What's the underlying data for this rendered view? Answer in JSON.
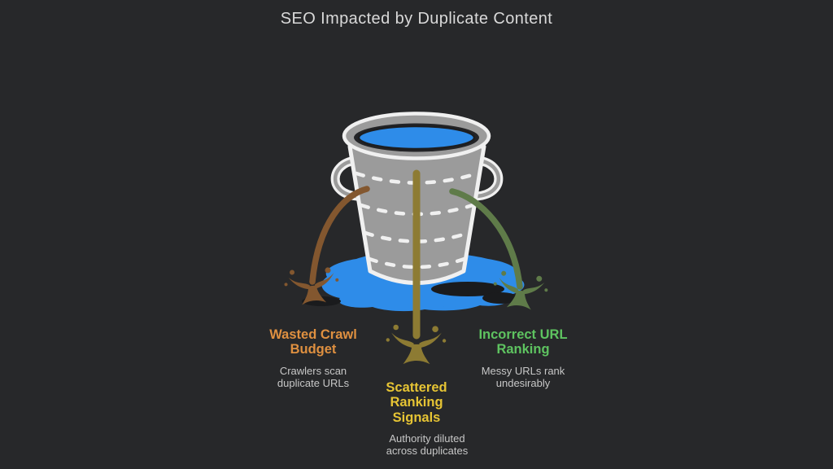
{
  "page": {
    "title": "SEO Impacted by Duplicate Content"
  },
  "diagram": {
    "type": "leaking-bucket-infographic",
    "bucket": {
      "name": "bucket-icon",
      "contents": "water",
      "water_color": "#2e8ce9"
    },
    "leaks": [
      {
        "position": "left",
        "heading": "Wasted Crawl Budget",
        "description": "Crawlers scan duplicate URLs",
        "label_color": "#df9040",
        "stream_color": "#83572f"
      },
      {
        "position": "center",
        "heading": "Scattered Ranking Signals",
        "description": "Authority diluted across duplicates",
        "label_color": "#e6c434",
        "stream_color": "#8d7b33"
      },
      {
        "position": "right",
        "heading": "Incorrect URL Ranking",
        "description": "Messy URLs rank undesirably",
        "label_color": "#5ec360",
        "stream_color": "#5f7b49"
      }
    ]
  },
  "colors": {
    "background": "#27282a",
    "title_text": "#d9d9d9",
    "description_text": "#c7c7c7",
    "bucket_body": "#9b9b9b",
    "bucket_outline": "#f0f0f0",
    "bucket_inner_shadow": "#232427",
    "water": "#2e8ce9",
    "puddle_shadow": "#1a1b1d"
  }
}
